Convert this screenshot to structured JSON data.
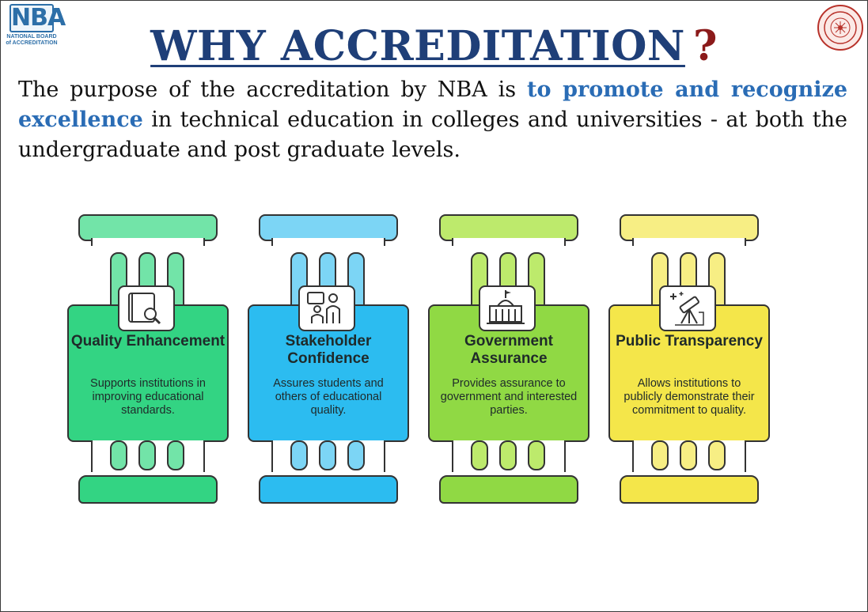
{
  "header": {
    "logo_mark": "NBA",
    "logo_sub": "NATIONAL BOARD of ACCREDITATION",
    "seal_icon": "university-seal-icon",
    "title": "WHY ACCREDITATION",
    "title_mark": "?"
  },
  "intro": {
    "part1": "The purpose of the accreditation by NBA is ",
    "highlight": "to promote and recognize excellence",
    "part2": " in technical education in colleges and universities - at both the undergraduate and post graduate levels."
  },
  "pillars": [
    {
      "title": "Quality Enhancement",
      "description": "Supports institutions in improving educational standards.",
      "icon": "book-search-icon",
      "color_light": "#72e4a8",
      "color_main": "#33d483"
    },
    {
      "title": "Stakeholder Confidence",
      "description": "Assures students and others of educational quality.",
      "icon": "presentation-people-icon",
      "color_light": "#7cd5f5",
      "color_main": "#2cbcf0"
    },
    {
      "title": "Government Assurance",
      "description": "Provides assurance to government and interested parties.",
      "icon": "government-building-icon",
      "color_light": "#bdea6c",
      "color_main": "#90d944"
    },
    {
      "title": "Public Transparency",
      "description": "Allows institutions to publicly demonstrate their commitment to quality.",
      "icon": "telescope-stars-icon",
      "color_light": "#f7ee84",
      "color_main": "#f4e64a"
    }
  ]
}
